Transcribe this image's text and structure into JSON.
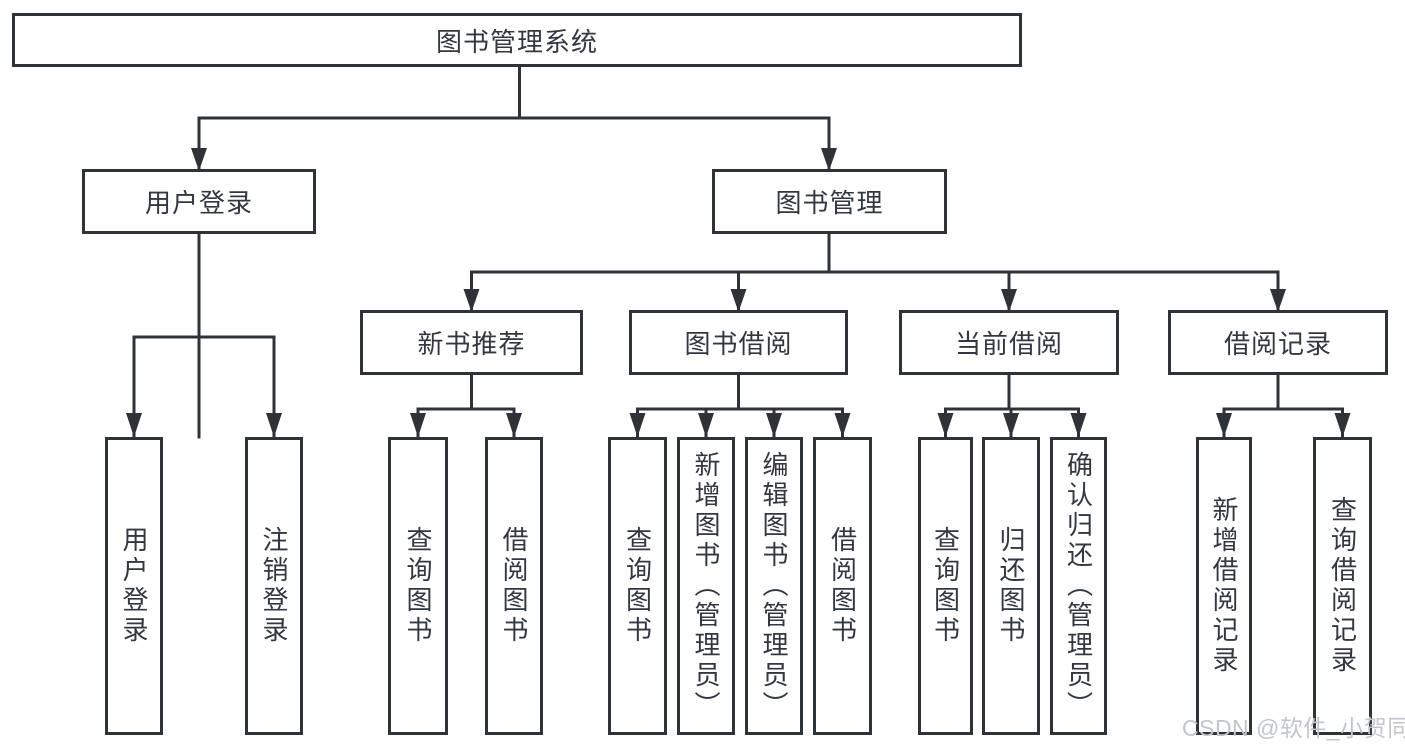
{
  "palette": {
    "line": "#2f3338",
    "box_border": "#2f3338",
    "box_fill": "#ffffff",
    "text": "#333840",
    "watermark": "#c2c5ca",
    "background": "#ffffff"
  },
  "watermark": {
    "text": "CSDN @软件_小贺同学"
  },
  "tree": {
    "root": {
      "label": "图书管理系统"
    },
    "level2": [
      {
        "label": "用户登录"
      },
      {
        "label": "图书管理"
      }
    ],
    "level3": [
      {
        "parent": "图书管理",
        "label": "新书推荐"
      },
      {
        "parent": "图书管理",
        "label": "图书借阅"
      },
      {
        "parent": "图书管理",
        "label": "当前借阅"
      },
      {
        "parent": "图书管理",
        "label": "借阅记录"
      }
    ],
    "leaves": [
      {
        "parent": "用户登录",
        "label": "用户登录"
      },
      {
        "parent": "用户登录",
        "label": "注销登录"
      },
      {
        "parent": "新书推荐",
        "label": "查询图书"
      },
      {
        "parent": "新书推荐",
        "label": "借阅图书"
      },
      {
        "parent": "图书借阅",
        "label": "查询图书"
      },
      {
        "parent": "图书借阅",
        "label": "新增图书（管理员）"
      },
      {
        "parent": "图书借阅",
        "label": "编辑图书（管理员）"
      },
      {
        "parent": "图书借阅",
        "label": "借阅图书"
      },
      {
        "parent": "当前借阅",
        "label": "查询图书"
      },
      {
        "parent": "当前借阅",
        "label": "归还图书"
      },
      {
        "parent": "当前借阅",
        "label": "确认归还（管理员）"
      },
      {
        "parent": "借阅记录",
        "label": "新增借阅记录"
      },
      {
        "parent": "借阅记录",
        "label": "查询借阅记录"
      }
    ]
  }
}
